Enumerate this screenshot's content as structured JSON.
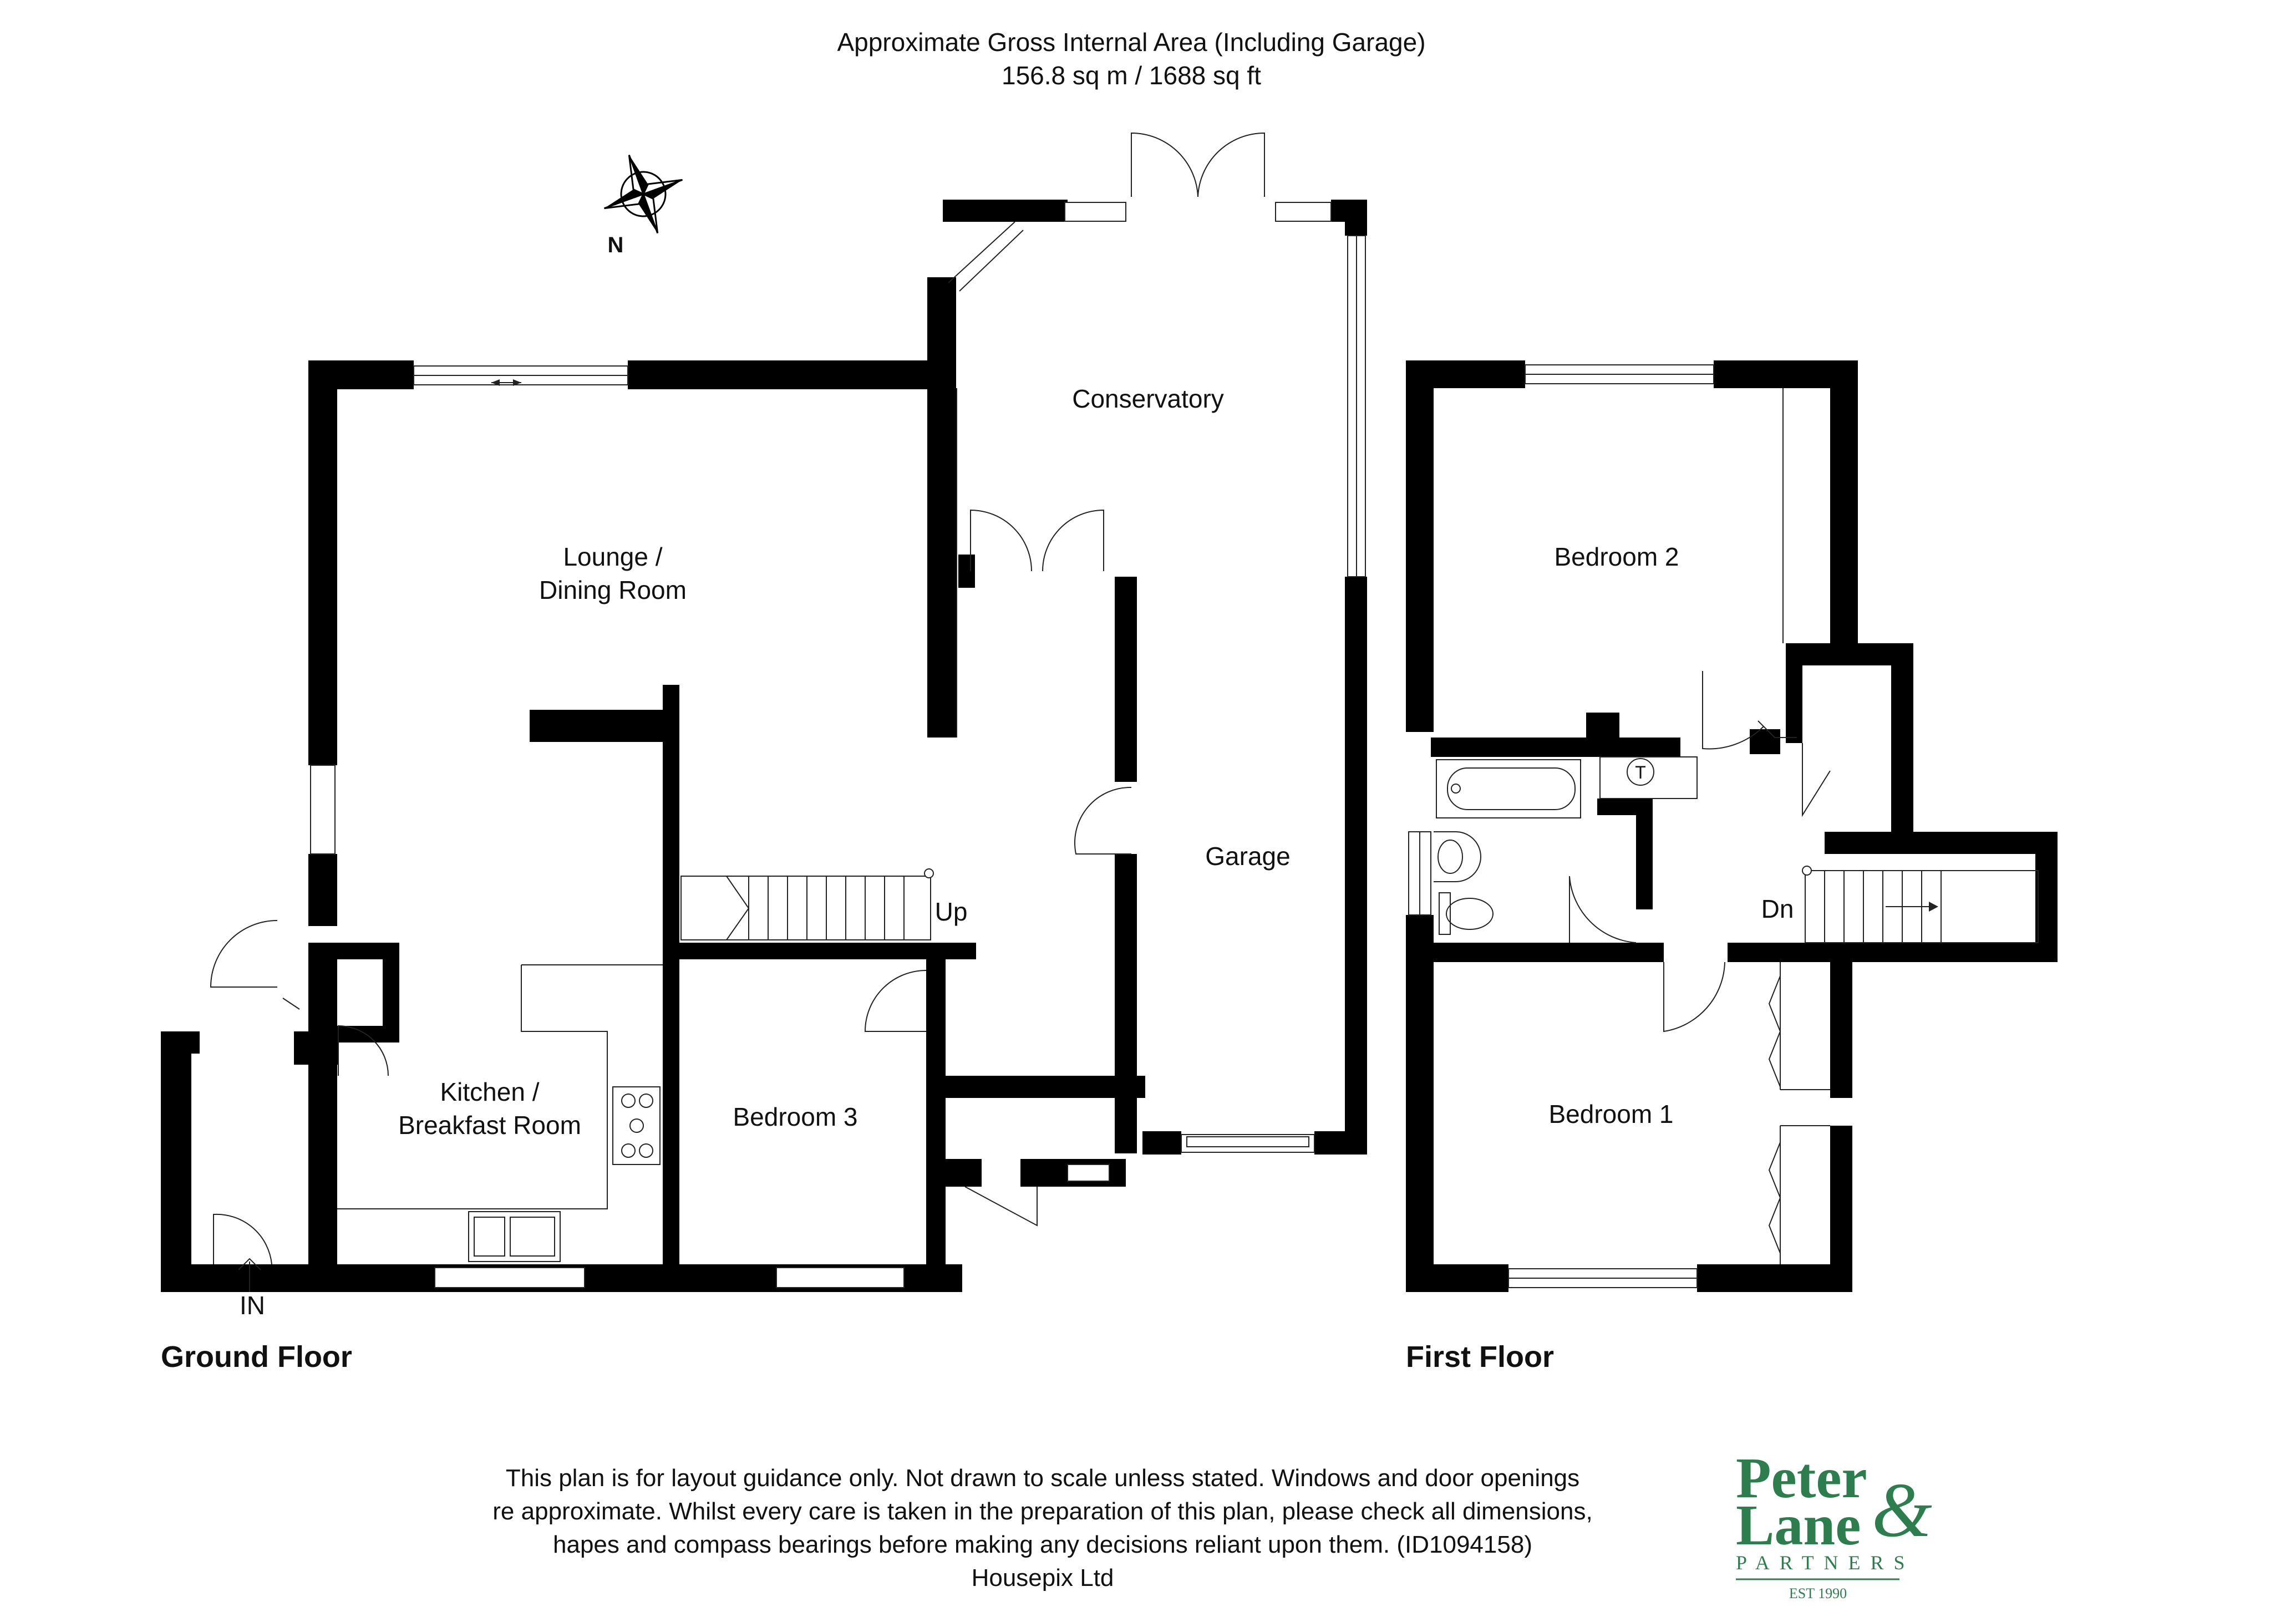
{
  "header": {
    "area_title": "Approximate Gross Internal Area (Including Garage)",
    "area_value": "156.8 sq m / 1688 sq ft"
  },
  "compass": {
    "label": "N",
    "icon": "compass-rose-icon"
  },
  "ground_floor": {
    "title": "Ground Floor",
    "rooms": {
      "conservatory": "Conservatory",
      "lounge_line1": "Lounge /",
      "lounge_line2": "Dining Room",
      "garage": "Garage",
      "kitchen_line1": "Kitchen /",
      "kitchen_line2": "Breakfast Room",
      "bedroom3": "Bedroom 3"
    },
    "stairs_label": "Up",
    "entrance_label": "IN"
  },
  "first_floor": {
    "title": "First Floor",
    "rooms": {
      "bedroom2": "Bedroom 2",
      "bedroom1": "Bedroom 1"
    },
    "stairs_label": "Dn",
    "tank_label": "T"
  },
  "disclaimer": {
    "line1": "This plan is for layout guidance only. Not drawn to scale unless stated. Windows and door openings",
    "line2": "re approximate. Whilst every care is taken in the preparation of this plan, please check all dimensions,",
    "line3": "hapes and compass bearings before making any decisions reliant upon them. (ID1094158)",
    "line4": "Housepix Ltd"
  },
  "logo": {
    "line1": "Peter",
    "line2": "Lane",
    "ampersand": "&",
    "partners": "PARTNERS",
    "est": "EST 1990"
  },
  "colors": {
    "wall": "#000000",
    "logo_green": "#2e7d4f",
    "text": "#111111"
  }
}
